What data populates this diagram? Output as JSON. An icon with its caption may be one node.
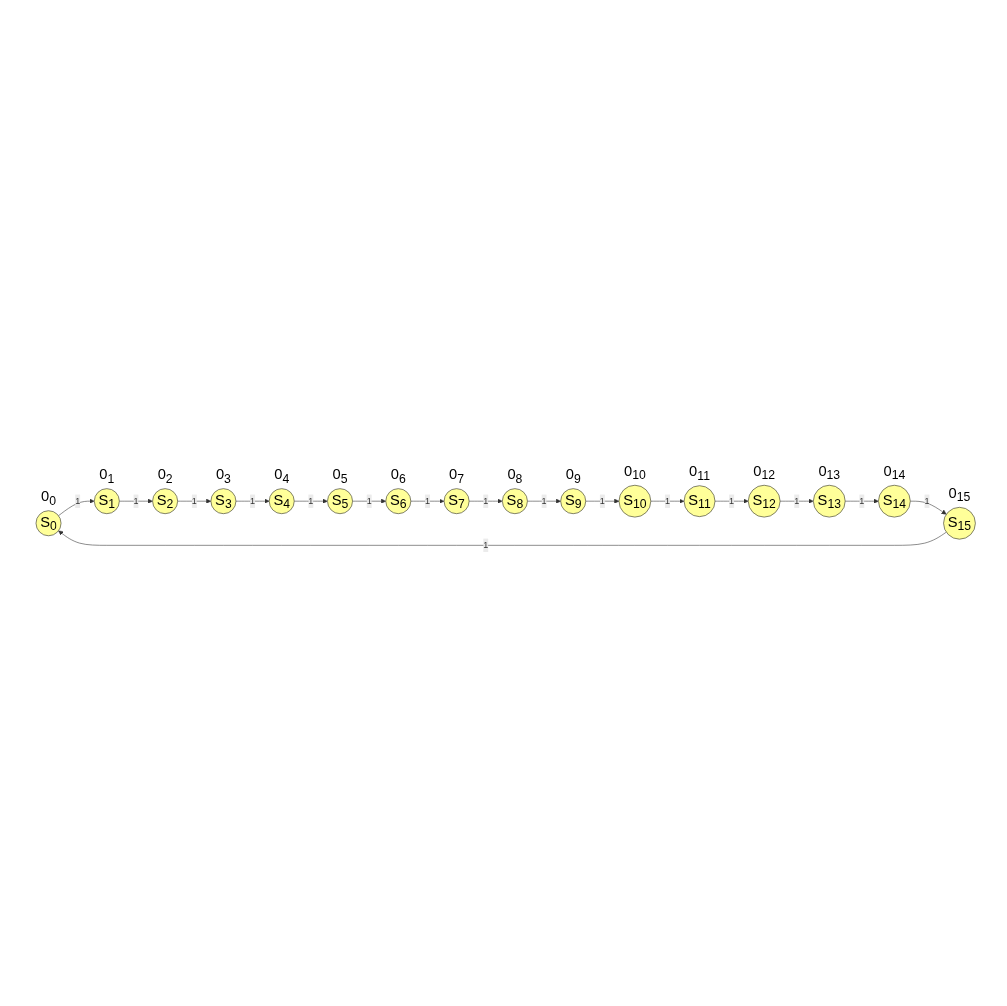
{
  "diagram": {
    "nodes": [
      {
        "text": [
          "S$_{0}$"
        ],
        "beside": [
          "0$_{0}$"
        ]
      },
      {
        "text": [
          "S$_{1}$"
        ],
        "beside": [
          "0$_{1}$"
        ]
      },
      {
        "text": [
          "S$_{2}$"
        ],
        "beside": [
          "0$_{2}$"
        ]
      },
      {
        "text": [
          "S$_{3}$"
        ],
        "beside": [
          "0$_{3}$"
        ]
      },
      {
        "text": [
          "S$_{4}$"
        ],
        "beside": [
          "0$_{4}$"
        ]
      },
      {
        "text": [
          "S$_{5}$"
        ],
        "beside": [
          "0$_{5}$"
        ]
      },
      {
        "text": [
          "S$_{6}$"
        ],
        "beside": [
          "0$_{6}$"
        ]
      },
      {
        "text": [
          "S$_{7}$"
        ],
        "beside": [
          "0$_{7}$"
        ]
      },
      {
        "text": [
          "S$_{8}$"
        ],
        "beside": [
          "0$_{8}$"
        ]
      },
      {
        "text": [
          "S$_{9}$"
        ],
        "beside": [
          "0$_{9}$"
        ]
      },
      {
        "text": [
          "S$_{10}$"
        ],
        "beside": [
          "0$_{10}$"
        ]
      },
      {
        "text": [
          "S$_{11}$"
        ],
        "beside": [
          "0$_{11}$"
        ]
      },
      {
        "text": [
          "S$_{12}$"
        ],
        "beside": [
          "0$_{12}$"
        ]
      },
      {
        "text": [
          "S$_{13}$"
        ],
        "beside": [
          "0$_{13}$"
        ]
      },
      {
        "text": [
          "S$_{14}$"
        ],
        "beside": [
          "0$_{14}$"
        ]
      },
      {
        "text": [
          "S$_{15}$"
        ],
        "beside": [
          "0$_{15}$"
        ]
      }
    ],
    "edges": [
      {
        "from": 0,
        "to": 1,
        "arrow": "to",
        "label": "1"
      },
      {
        "from": 1,
        "to": 2,
        "arrow": "to",
        "label": "1"
      },
      {
        "from": 2,
        "to": 3,
        "arrow": "to",
        "label": "1"
      },
      {
        "from": 3,
        "to": 4,
        "arrow": "to",
        "label": "1"
      },
      {
        "from": 4,
        "to": 5,
        "arrow": "to",
        "label": "1"
      },
      {
        "from": 5,
        "to": 6,
        "arrow": "to",
        "label": "1"
      },
      {
        "from": 6,
        "to": 7,
        "arrow": "to",
        "label": "1"
      },
      {
        "from": 7,
        "to": 8,
        "arrow": "to",
        "label": "1"
      },
      {
        "from": 8,
        "to": 9,
        "arrow": "to",
        "label": "1"
      },
      {
        "from": 9,
        "to": 10,
        "arrow": "to",
        "label": "1"
      },
      {
        "from": 10,
        "to": 11,
        "arrow": "to",
        "label": "1"
      },
      {
        "from": 11,
        "to": 12,
        "arrow": "to",
        "label": "1"
      },
      {
        "from": 12,
        "to": 13,
        "arrow": "to",
        "label": "1"
      },
      {
        "from": 13,
        "to": 14,
        "arrow": "to",
        "label": "1"
      },
      {
        "from": 14,
        "to": 15,
        "arrow": "to",
        "label": "1"
      },
      {
        "from": 15,
        "to": 0,
        "arrow": "to",
        "label": "1"
      }
    ]
  }
}
